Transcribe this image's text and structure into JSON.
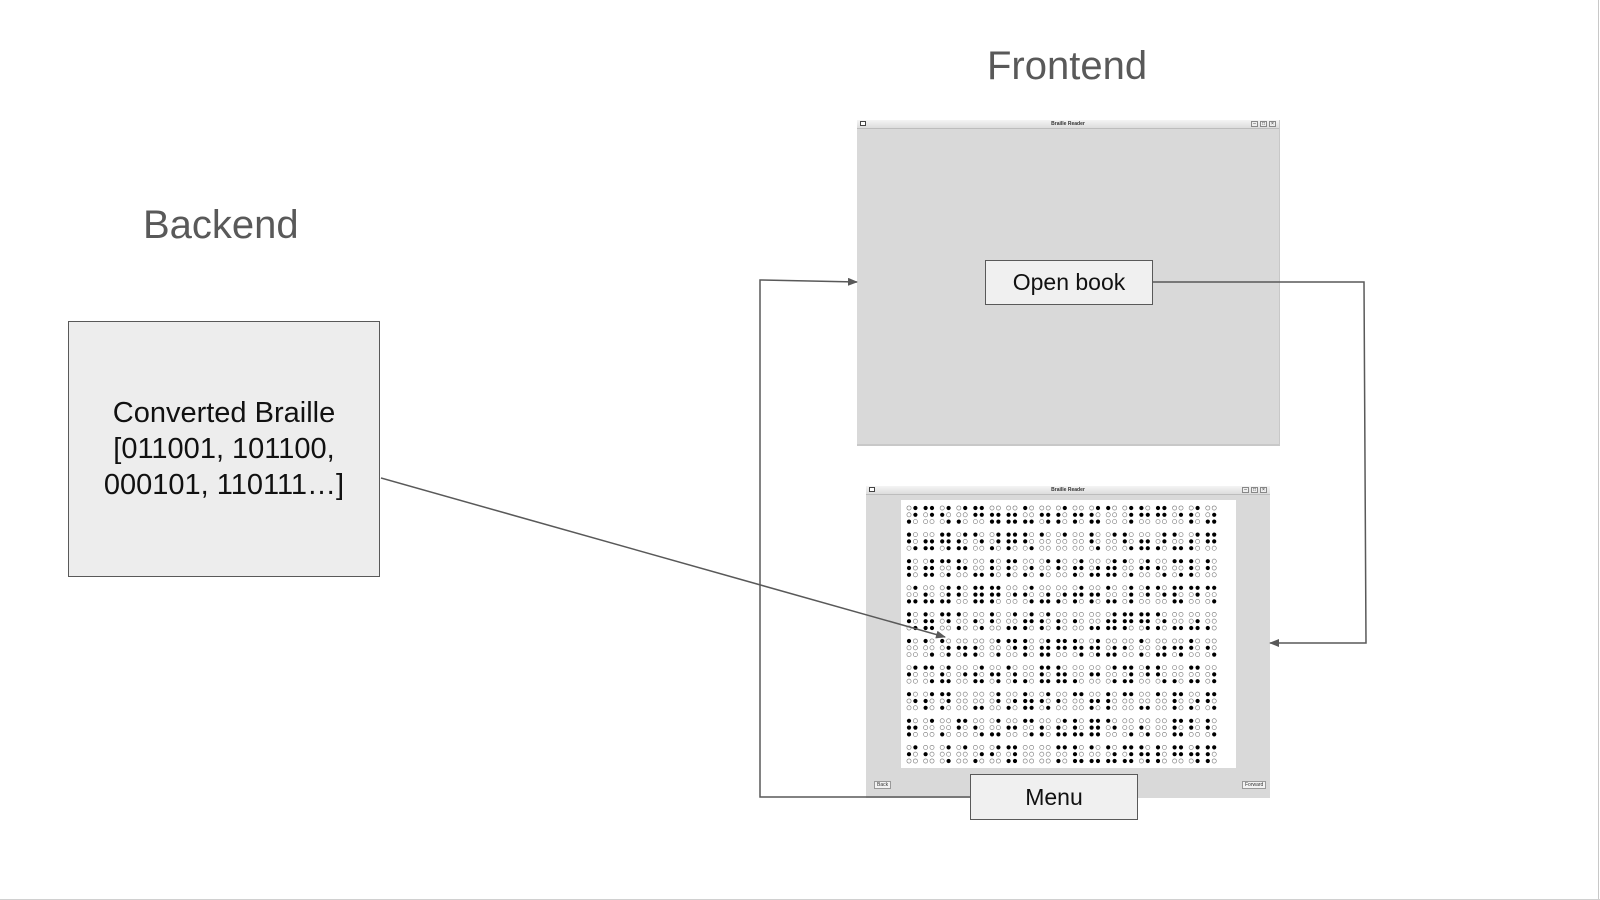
{
  "headings": {
    "backend": "Backend",
    "frontend": "Frontend"
  },
  "backend_box": {
    "line1": "Converted Braille",
    "line2": "[011001, 101100,",
    "line3": "000101, 110111…]"
  },
  "window_top": {
    "title": "Braille Reader",
    "open_button_label": "Open book"
  },
  "window_bottom": {
    "title": "Braille Reader",
    "menu_button_label": "Menu",
    "back_label": "Back",
    "forward_label": "Forward",
    "braille_rows": 10,
    "braille_cells_per_row": 19
  },
  "colors": {
    "background": "#ffffff",
    "heading_text": "#595959",
    "box_fill": "#ededed",
    "window_fill": "#d9d9d9",
    "connector": "#595959",
    "dot_filled": "#000000",
    "dot_empty": "#777777"
  }
}
